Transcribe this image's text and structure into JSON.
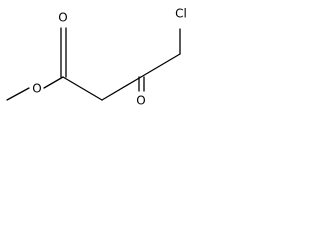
{
  "molecule": {
    "atom_labels": {
      "ester_carbonyl_oxygen": "O",
      "ester_ether_oxygen": "O",
      "ketone_oxygen": "O",
      "chlorine": "Cl"
    }
  }
}
